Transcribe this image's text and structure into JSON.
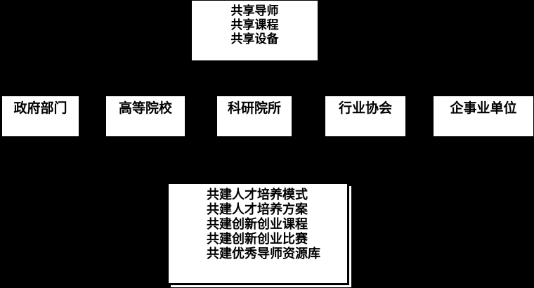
{
  "colors": {
    "background": "#000000",
    "box_fill": "#ffffff",
    "box_border": "#000000",
    "text": "#000000"
  },
  "top_box": {
    "lines": [
      "共享导师",
      "共享课程",
      "共享设备"
    ]
  },
  "middle_row": [
    {
      "label": "政府部门"
    },
    {
      "label": "高等院校"
    },
    {
      "label": "科研院所"
    },
    {
      "label": "行业协会"
    },
    {
      "label": "企事业单位"
    }
  ],
  "bottom_box": {
    "lines": [
      "共建人才培养模式",
      "共建人才培养方案",
      "共建创新创业课程",
      "共建创新创业比赛",
      "共建优秀导师资源库"
    ]
  }
}
